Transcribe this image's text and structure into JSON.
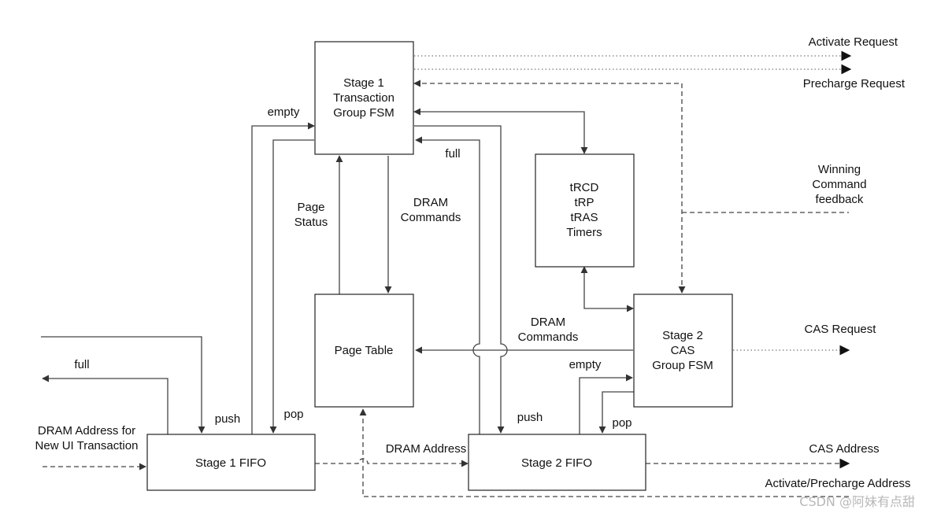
{
  "blocks": {
    "stage1_fsm": [
      "Stage 1",
      "Transaction",
      "Group FSM"
    ],
    "timers": [
      "tRCD",
      "tRP",
      "tRAS",
      "Timers"
    ],
    "page_table": [
      "Page Table"
    ],
    "stage2_fsm": [
      "Stage 2",
      "CAS",
      "Group FSM"
    ],
    "stage1_fifo": [
      "Stage 1 FIFO"
    ],
    "stage2_fifo": [
      "Stage 2 FIFO"
    ]
  },
  "signals": {
    "activate_request": "Activate Request",
    "precharge_request": "Precharge Request",
    "empty_1": "empty",
    "full_1": "full",
    "full_2": "full",
    "winning_feedback": [
      "Winning",
      "Command",
      "feedback"
    ],
    "page_status": [
      "Page",
      "Status"
    ],
    "dram_commands_1": [
      "DRAM",
      "Commands"
    ],
    "dram_commands_2": [
      "DRAM",
      "Commands"
    ],
    "cas_request": "CAS Request",
    "empty_2": "empty",
    "push_1": "push",
    "pop_1": "pop",
    "push_2": "push",
    "pop_2": "pop",
    "dram_address_for_new": [
      "DRAM Address for",
      "New UI Transaction"
    ],
    "dram_address": "DRAM Address",
    "cas_address": "CAS Address",
    "activate_precharge_address": "Activate/Precharge Address"
  },
  "watermark": "CSDN @阿妹有点甜"
}
